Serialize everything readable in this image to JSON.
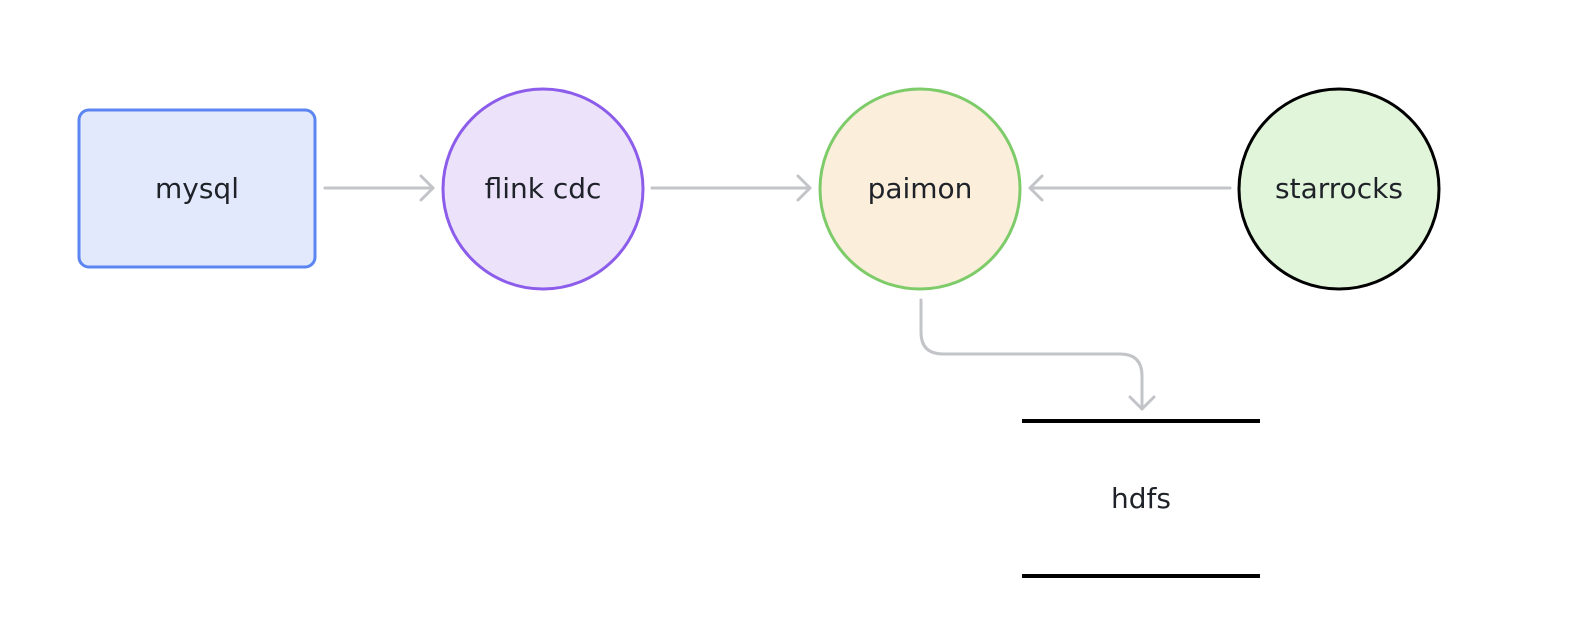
{
  "nodes": {
    "mysql": {
      "label": "mysql",
      "fill": "#e3e9fc",
      "stroke": "#5b85f0"
    },
    "flink_cdc": {
      "label": "flink cdc",
      "fill": "#ece3fb",
      "stroke": "#8c5cea"
    },
    "paimon": {
      "label": "paimon",
      "fill": "#fbeedb",
      "stroke": "#7ecb6a"
    },
    "starrocks": {
      "label": "starrocks",
      "fill": "#e1f5da",
      "stroke": "#000000"
    },
    "hdfs": {
      "label": "hdfs",
      "stroke": "#000000"
    }
  },
  "edges": [
    {
      "from": "mysql",
      "to": "flink_cdc"
    },
    {
      "from": "flink_cdc",
      "to": "paimon"
    },
    {
      "from": "starrocks",
      "to": "paimon"
    },
    {
      "from": "paimon",
      "to": "hdfs"
    }
  ],
  "colors": {
    "edge": "#c2c4c8",
    "text": "#1f2329"
  }
}
